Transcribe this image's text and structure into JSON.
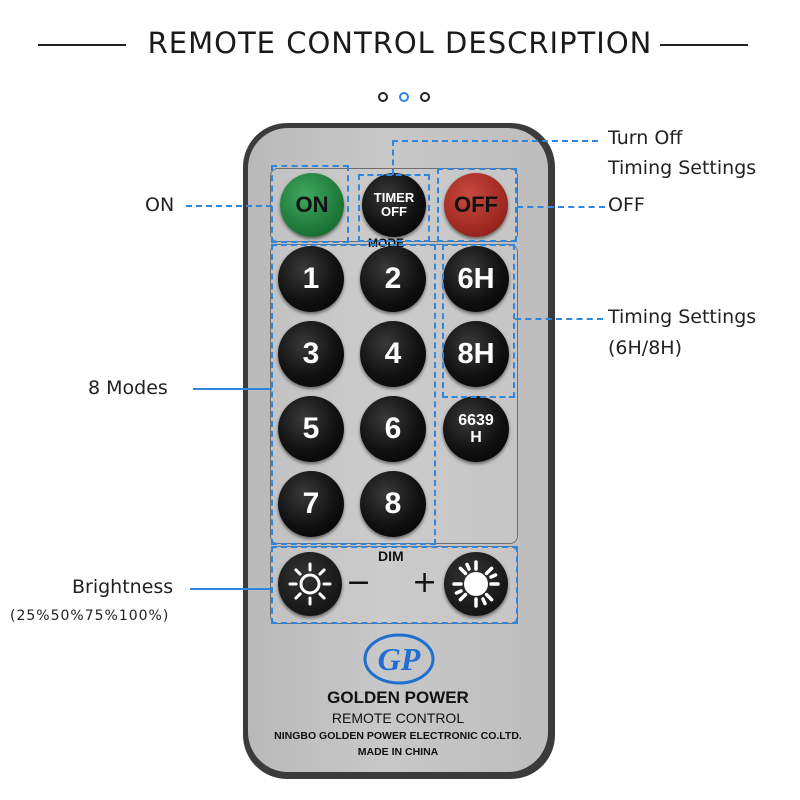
{
  "header": {
    "title": "REMOTE CONTROL DESCRIPTION"
  },
  "pagination": {
    "count": 3,
    "active_index": 1
  },
  "colors": {
    "accent": "#2e86de",
    "on_button": "#1e7a3a",
    "off_button": "#a02a22",
    "remote_body": "#c2c2c2"
  },
  "remote": {
    "on_label": "ON",
    "timer_off_line1": "TIMER",
    "timer_off_line2": "OFF",
    "off_label": "OFF",
    "mode_label": "MODE",
    "number_buttons": [
      "1",
      "2",
      "3",
      "4",
      "5",
      "6",
      "7",
      "8"
    ],
    "timer_6h_label": "6H",
    "timer_8h_label": "8H",
    "timer_6639_line1": "6639",
    "timer_6639_line2": "H",
    "dim_label": "DIM",
    "minus_sign": "−",
    "plus_sign": "+",
    "dim_down_icon": "sun-outline-icon",
    "dim_up_icon": "sun-filled-icon",
    "logo_text": "GP",
    "brand_name": "GOLDEN POWER",
    "product_name": "REMOTE CONTROL",
    "company": "NINGBO GOLDEN POWER ELECTRONIC CO.LTD.",
    "origin": "MADE IN CHINA"
  },
  "callouts": {
    "on": "ON",
    "turn_off_timing_line1": "Turn Off",
    "turn_off_timing_line2": "Timing Settings",
    "off": "OFF",
    "timing_settings_line1": "Timing Settings",
    "timing_settings_line2": "(6H/8H)",
    "modes": "8 Modes",
    "brightness": "Brightness",
    "brightness_levels": "(25%50%75%100%)"
  }
}
